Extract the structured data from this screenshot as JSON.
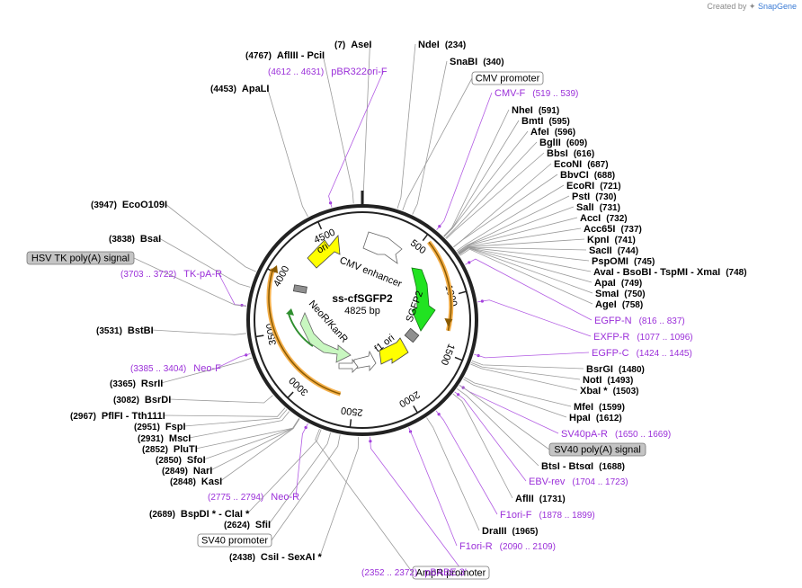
{
  "credit": {
    "text": "Created by",
    "brand": "SnapGene"
  },
  "map": {
    "name": "ss-cfSGFP2",
    "length": "4825 bp",
    "ticks": [
      "500",
      "1000",
      "1500",
      "2000",
      "2500",
      "3000",
      "3500",
      "4000",
      "4500"
    ]
  },
  "features": [
    {
      "name": "CMV enhancer",
      "color": "#ffffff"
    },
    {
      "name": "SGFP2",
      "color": "#21e321"
    },
    {
      "name": "f1 ori",
      "color": "#ffff00"
    },
    {
      "name": "NeoR/KanR",
      "color": "#c8f7c0"
    },
    {
      "name": "ori",
      "color": "#ffff00"
    }
  ],
  "box_labels": [
    {
      "name": "CMV promoter",
      "style": "white"
    },
    {
      "name": "SV40 poly(A) signal",
      "style": "gray"
    },
    {
      "name": "AmpR promoter",
      "style": "white"
    },
    {
      "name": "SV40 promoter",
      "style": "white"
    },
    {
      "name": "HSV TK poly(A) signal",
      "style": "gray"
    }
  ],
  "sites_right": [
    {
      "name": "NdeI",
      "pos": "(234)"
    },
    {
      "name": "SnaBI",
      "pos": "(340)"
    },
    {
      "name": "NheI",
      "pos": "(591)"
    },
    {
      "name": "BmtI",
      "pos": "(595)"
    },
    {
      "name": "AfeI",
      "pos": "(596)"
    },
    {
      "name": "BglII",
      "pos": "(609)"
    },
    {
      "name": "BbsI",
      "pos": "(616)"
    },
    {
      "name": "EcoNI",
      "pos": "(687)"
    },
    {
      "name": "BbvCI",
      "pos": "(688)"
    },
    {
      "name": "EcoRI",
      "pos": "(721)"
    },
    {
      "name": "PstI",
      "pos": "(730)"
    },
    {
      "name": "SalI",
      "pos": "(731)"
    },
    {
      "name": "AccI",
      "pos": "(732)"
    },
    {
      "name": "Acc65I",
      "pos": "(737)"
    },
    {
      "name": "KpnI",
      "pos": "(741)"
    },
    {
      "name": "SacII",
      "pos": "(744)"
    },
    {
      "name": "PspOMI",
      "pos": "(745)"
    },
    {
      "name": "AvaI - BsoBI - TspMI - XmaI",
      "pos": "(748)"
    },
    {
      "name": "ApaI",
      "pos": "(749)"
    },
    {
      "name": "SmaI",
      "pos": "(750)"
    },
    {
      "name": "AgeI",
      "pos": "(758)"
    },
    {
      "name": "BsrGI",
      "pos": "(1480)"
    },
    {
      "name": "NotI",
      "pos": "(1493)"
    },
    {
      "name": "XbaI *",
      "pos": "(1503)"
    },
    {
      "name": "MfeI",
      "pos": "(1599)"
    },
    {
      "name": "HpaI",
      "pos": "(1612)"
    },
    {
      "name": "BtsI - BtsαI",
      "pos": "(1688)"
    },
    {
      "name": "AflII",
      "pos": "(1731)"
    },
    {
      "name": "DraIII",
      "pos": "(1965)"
    }
  ],
  "sites_left": [
    {
      "name": "AseI",
      "pos": "(7)"
    },
    {
      "name": "AflIII - PciI",
      "pos": "(4767)"
    },
    {
      "name": "ApaLI",
      "pos": "(4453)"
    },
    {
      "name": "EcoO109I",
      "pos": "(3947)"
    },
    {
      "name": "BsaI",
      "pos": "(3838)"
    },
    {
      "name": "BstBI",
      "pos": "(3531)"
    },
    {
      "name": "RsrII",
      "pos": "(3365)"
    },
    {
      "name": "BsrDI",
      "pos": "(3082)"
    },
    {
      "name": "PflFI - Tth111I",
      "pos": "(2967)"
    },
    {
      "name": "FspI",
      "pos": "(2951)"
    },
    {
      "name": "MscI",
      "pos": "(2931)"
    },
    {
      "name": "PluTI",
      "pos": "(2852)"
    },
    {
      "name": "SfoI",
      "pos": "(2850)"
    },
    {
      "name": "NarI",
      "pos": "(2849)"
    },
    {
      "name": "KasI",
      "pos": "(2848)"
    },
    {
      "name": "BspDI * - ClaI *",
      "pos": "(2689)"
    },
    {
      "name": "SfiI",
      "pos": "(2624)"
    },
    {
      "name": "CsiI - SexAI *",
      "pos": "(2438)"
    }
  ],
  "primers": [
    {
      "name": "CMV-F",
      "pos": "(519 .. 539)"
    },
    {
      "name": "EGFP-N",
      "pos": "(816 .. 837)"
    },
    {
      "name": "EXFP-R",
      "pos": "(1077 .. 1096)"
    },
    {
      "name": "EGFP-C",
      "pos": "(1424 .. 1445)"
    },
    {
      "name": "SV40pA-R",
      "pos": "(1650 .. 1669)"
    },
    {
      "name": "EBV-rev",
      "pos": "(1704 .. 1723)"
    },
    {
      "name": "F1ori-F",
      "pos": "(1878 .. 1899)"
    },
    {
      "name": "F1ori-R",
      "pos": "(2090 .. 2109)"
    },
    {
      "name": "pBABE 3'",
      "pos": "(2352 .. 2372)"
    },
    {
      "name": "Neo-R",
      "pos": "(2775 .. 2794)"
    },
    {
      "name": "Neo-F",
      "pos": "(3385 .. 3404)"
    },
    {
      "name": "TK-pA-R",
      "pos": "(3703 .. 3722)"
    },
    {
      "name": "pBR322ori-F",
      "pos": "(4612 .. 4631)"
    }
  ]
}
